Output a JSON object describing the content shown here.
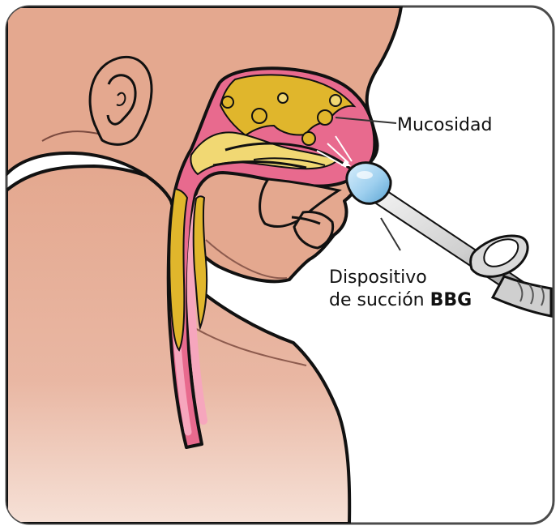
{
  "labels": {
    "mucosa": "Mucosidad",
    "device_line1": "Dispositivo",
    "device_line2_prefix": "de succión ",
    "device_line2_bold": "BBG"
  },
  "colors": {
    "skin": "#e4a88f",
    "skin_light": "#f1cdbd",
    "airway_pink": "#e86a8e",
    "airway_light": "#f6a6bd",
    "mucus": "#e0b62c",
    "mucus_light": "#f1d873",
    "device_blue": "#9fd0ef",
    "device_gray": "#c7c7c7",
    "outline": "#111111",
    "frame": "#4b4b4b"
  },
  "icons": {
    "suction_device": "nasal-aspirator-icon"
  }
}
